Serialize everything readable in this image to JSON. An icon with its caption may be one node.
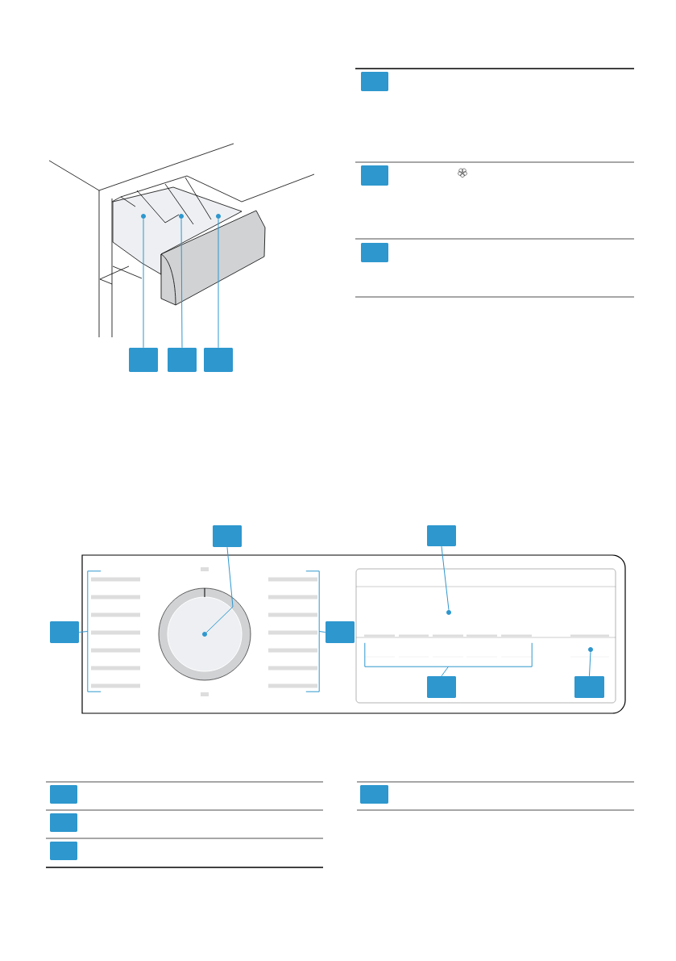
{
  "diagram": {
    "nodes": [
      {
        "text": [],
        "shape": "box"
      },
      {
        "text": [],
        "shape": "box"
      },
      {
        "text": [],
        "shape": "box"
      },
      {
        "text": [],
        "shape": "box"
      },
      {
        "text": [],
        "shape": "box"
      },
      {
        "text": [],
        "shape": "box"
      },
      {
        "text": [],
        "shape": "box"
      },
      {
        "text": [],
        "shape": "box"
      },
      {
        "text": [],
        "shape": "box"
      },
      {
        "text": [],
        "shape": "box"
      },
      {
        "text": [],
        "shape": "box"
      },
      {
        "text": [],
        "shape": "box"
      },
      {
        "text": [],
        "shape": "box"
      },
      {
        "text": [],
        "shape": "box"
      },
      {
        "text": [],
        "shape": "box"
      },
      {
        "text": [],
        "shape": "box"
      },
      {
        "text": [],
        "shape": "bracket"
      },
      {
        "text": [],
        "shape": "bracket"
      },
      {
        "text": [],
        "shape": "bracket"
      },
      {
        "text": [],
        "shape": "circle"
      },
      {
        "text": [],
        "shape": "circle"
      },
      {
        "text": [],
        "shape": "circle"
      },
      {
        "text": [],
        "shape": "circle"
      },
      {
        "text": [],
        "shape": "circle"
      },
      {
        "text": [],
        "shape": "circle"
      }
    ],
    "edges": [
      {
        "from": 0,
        "to": 19,
        "arrow": "none"
      },
      {
        "from": 1,
        "to": 20,
        "arrow": "none"
      },
      {
        "from": 2,
        "to": 21,
        "arrow": "none"
      },
      {
        "from": 6,
        "to": 22,
        "arrow": "none"
      },
      {
        "from": 7,
        "to": 23,
        "arrow": "none"
      },
      {
        "from": 8,
        "to": 16,
        "arrow": "none"
      },
      {
        "from": 9,
        "to": 17,
        "arrow": "none"
      },
      {
        "from": 10,
        "to": 18,
        "arrow": "none"
      },
      {
        "from": 11,
        "to": 24,
        "arrow": "none"
      }
    ]
  }
}
